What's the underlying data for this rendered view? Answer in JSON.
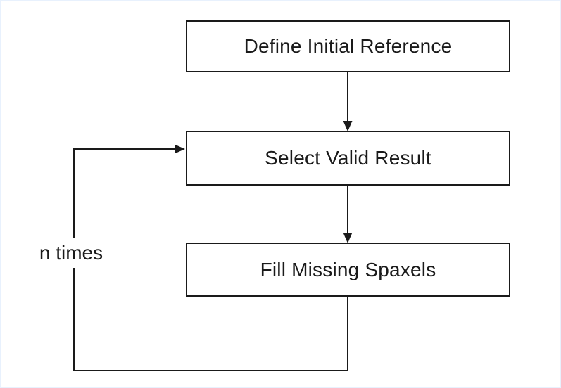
{
  "diagram": {
    "type": "flowchart",
    "nodes": [
      {
        "label": "Define Initial Reference"
      },
      {
        "label": "Select Valid Result"
      },
      {
        "label": "Fill Missing Spaxels"
      }
    ],
    "edges": [
      {
        "from": "Define Initial Reference",
        "to": "Select Valid Result",
        "style": "arrow-down"
      },
      {
        "from": "Select Valid Result",
        "to": "Fill Missing Spaxels",
        "style": "arrow-down"
      },
      {
        "from": "Fill Missing Spaxels",
        "to": "Select Valid Result",
        "style": "loop-left",
        "label": "n times"
      }
    ],
    "loop_label": "n times",
    "colors": {
      "line": "#1a1a1a",
      "box_border": "#1a1a1a",
      "box_background": "#ffffff",
      "page_background": "#ffffff",
      "page_border": "#e8f1fd"
    }
  }
}
